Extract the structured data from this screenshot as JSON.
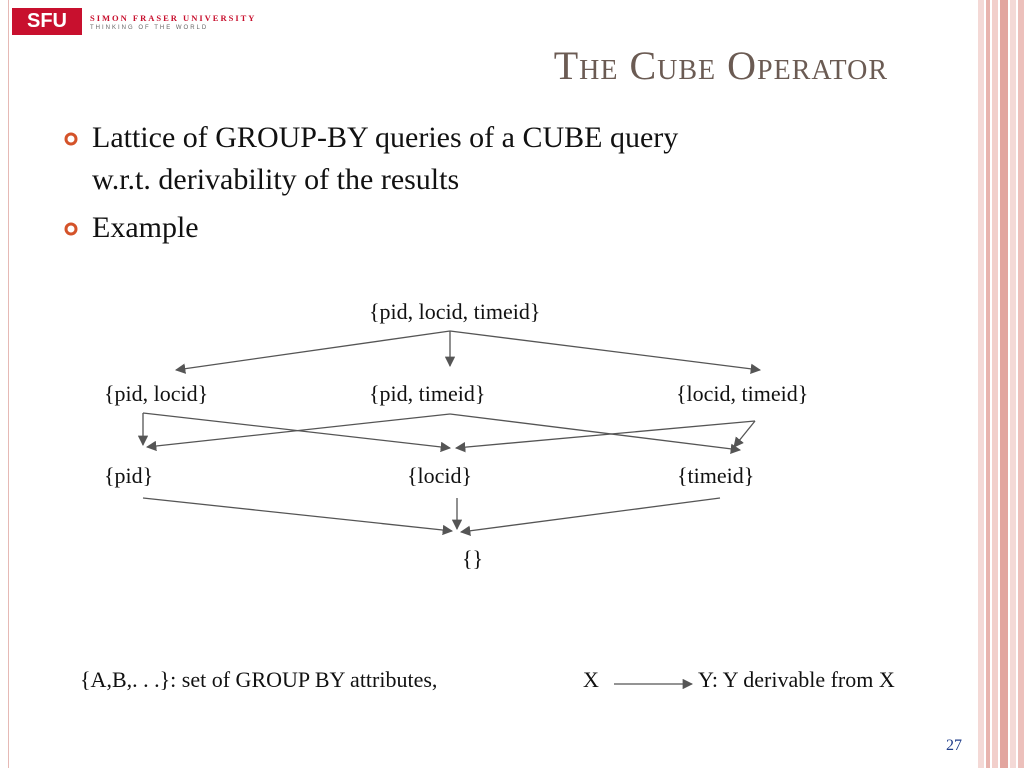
{
  "logo": {
    "abbr": "SFU",
    "name": "SIMON FRASER UNIVERSITY",
    "tagline": "THINKING OF THE WORLD"
  },
  "slide": {
    "title": "The Cube Operator",
    "bullets": [
      "Lattice of GROUP-BY queries of a CUBE query",
      "w.r.t. derivability of the results",
      "Example"
    ],
    "page_number": "27"
  },
  "lattice": {
    "top": "{pid, locid, timeid}",
    "level2": [
      "{pid, locid}",
      "{pid, timeid}",
      "{locid, timeid}"
    ],
    "level1": [
      "{pid}",
      "{locid}",
      "{timeid}"
    ],
    "bottom": "{}"
  },
  "legend": {
    "left": "{A,B,. . .}: set of GROUP BY attributes,",
    "x_label": "X",
    "right": "Y: Y derivable from X"
  },
  "colors": {
    "accent": "#c8102e",
    "title": "#6b5b53",
    "bullet": "#d4532a",
    "arrow": "#555555",
    "page_number": "#1f3d8a"
  }
}
